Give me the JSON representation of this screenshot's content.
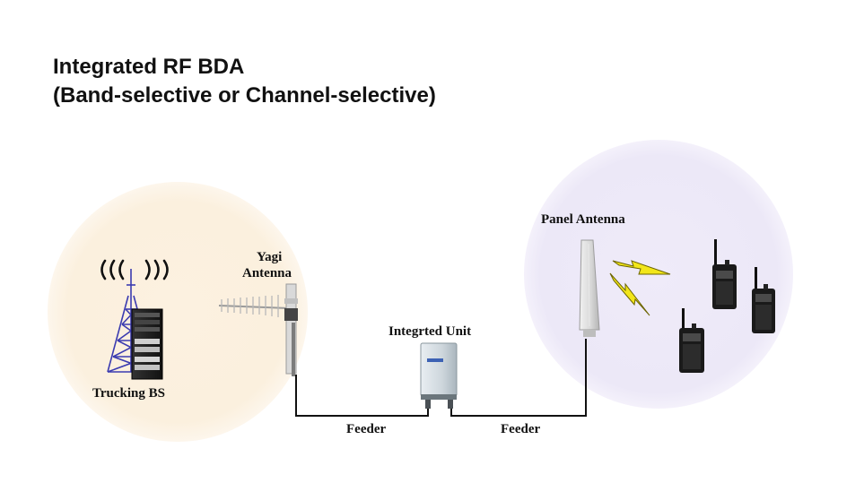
{
  "title": {
    "line1": "Integrated RF BDA",
    "line2": "(Band-selective or Channel-selective)"
  },
  "labels": {
    "trucking_bs": "Trucking BS",
    "yagi_line1": "Yagi",
    "yagi_line2": "Antenna",
    "integrated_unit": "Integrted Unit",
    "panel_antenna": "Panel Antenna",
    "feeder_left": "Feeder",
    "feeder_right": "Feeder"
  },
  "colors": {
    "donor_zone": "#fbf0de",
    "coverage_zone": "#eeeaf8",
    "tower": "#3b3bb0",
    "cable": "#111111",
    "lightning": "#f2e61a",
    "radio": "#1a1a1a"
  },
  "icons": [
    "signal-waves-icon",
    "tower-icon",
    "server-rack-icon",
    "yagi-antenna-icon",
    "repeater-unit-icon",
    "panel-antenna-icon",
    "lightning-icon",
    "walkie-talkie-icon"
  ]
}
